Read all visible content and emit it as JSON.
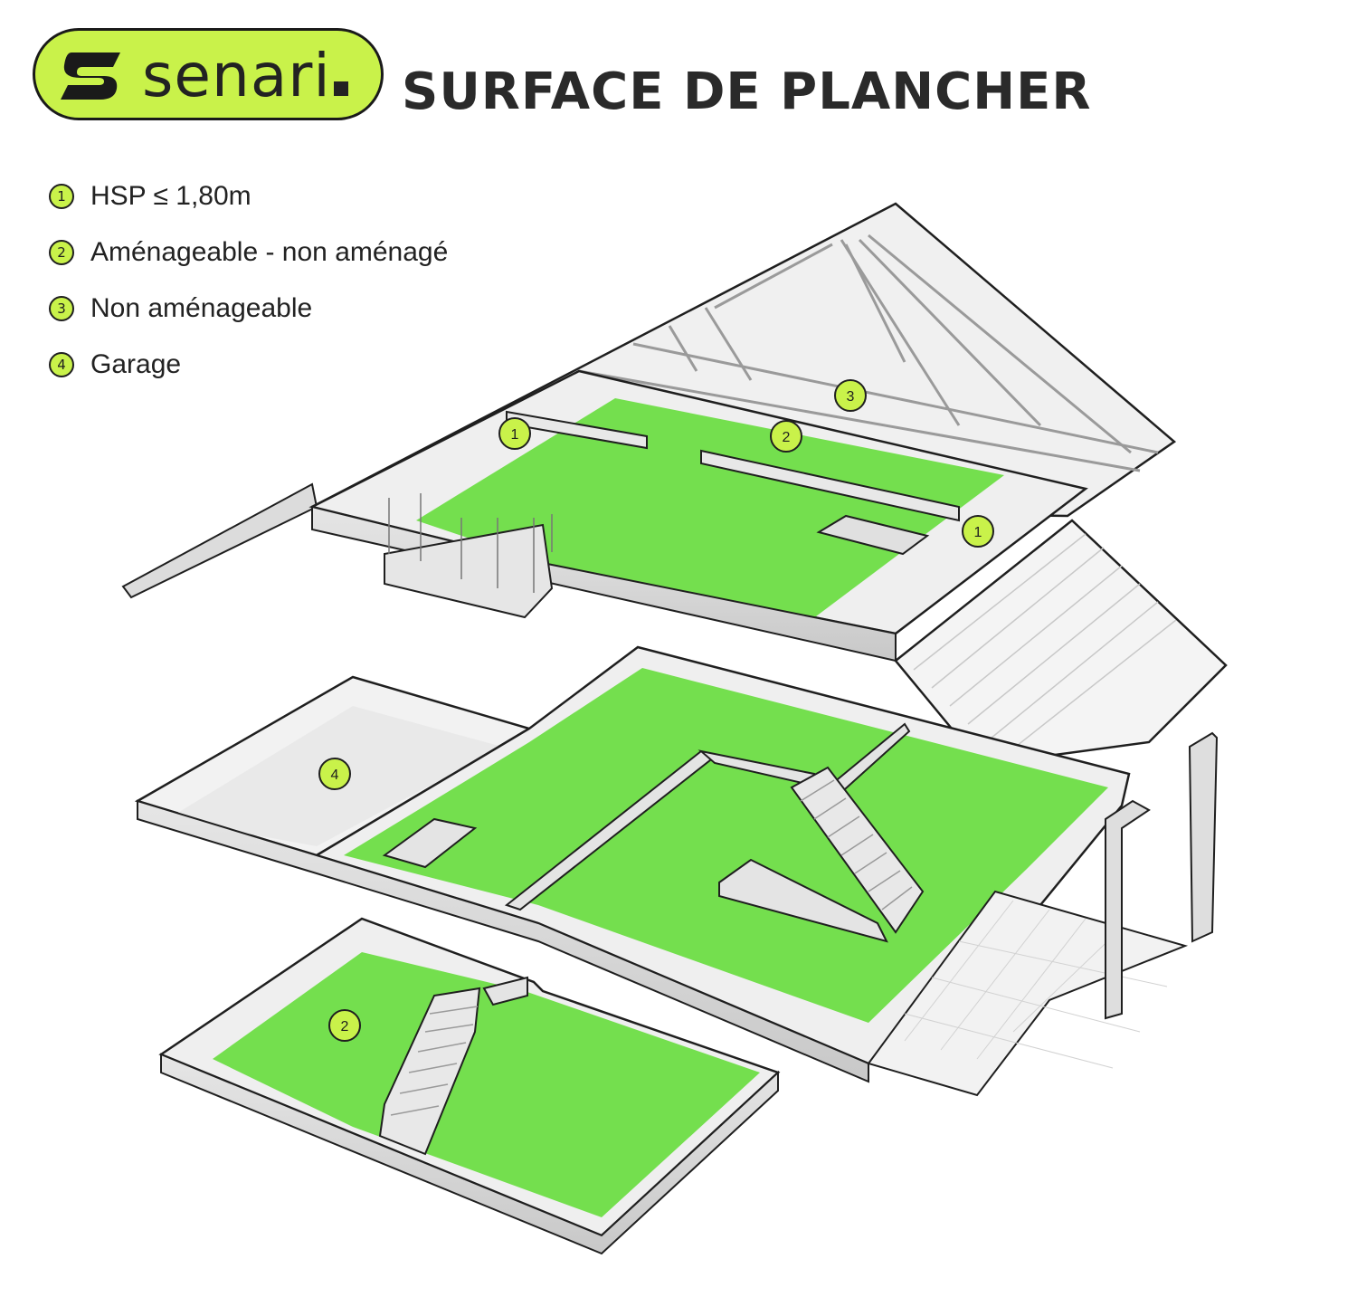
{
  "brand": {
    "name": "senari",
    "accent": "#c9f24a",
    "green_area": "#74df4e",
    "logo_icon": "s-logo-icon"
  },
  "title": "SURFACE DE PLANCHER",
  "legend": [
    {
      "num": "1",
      "label": "HSP ≤ 1,80m"
    },
    {
      "num": "2",
      "label": "Aménageable - non aménagé"
    },
    {
      "num": "3",
      "label": "Non aménageable"
    },
    {
      "num": "4",
      "label": "Garage"
    }
  ],
  "markers": [
    {
      "num": "3"
    },
    {
      "num": "1"
    },
    {
      "num": "2"
    },
    {
      "num": "1"
    },
    {
      "num": "4"
    },
    {
      "num": "2"
    }
  ]
}
